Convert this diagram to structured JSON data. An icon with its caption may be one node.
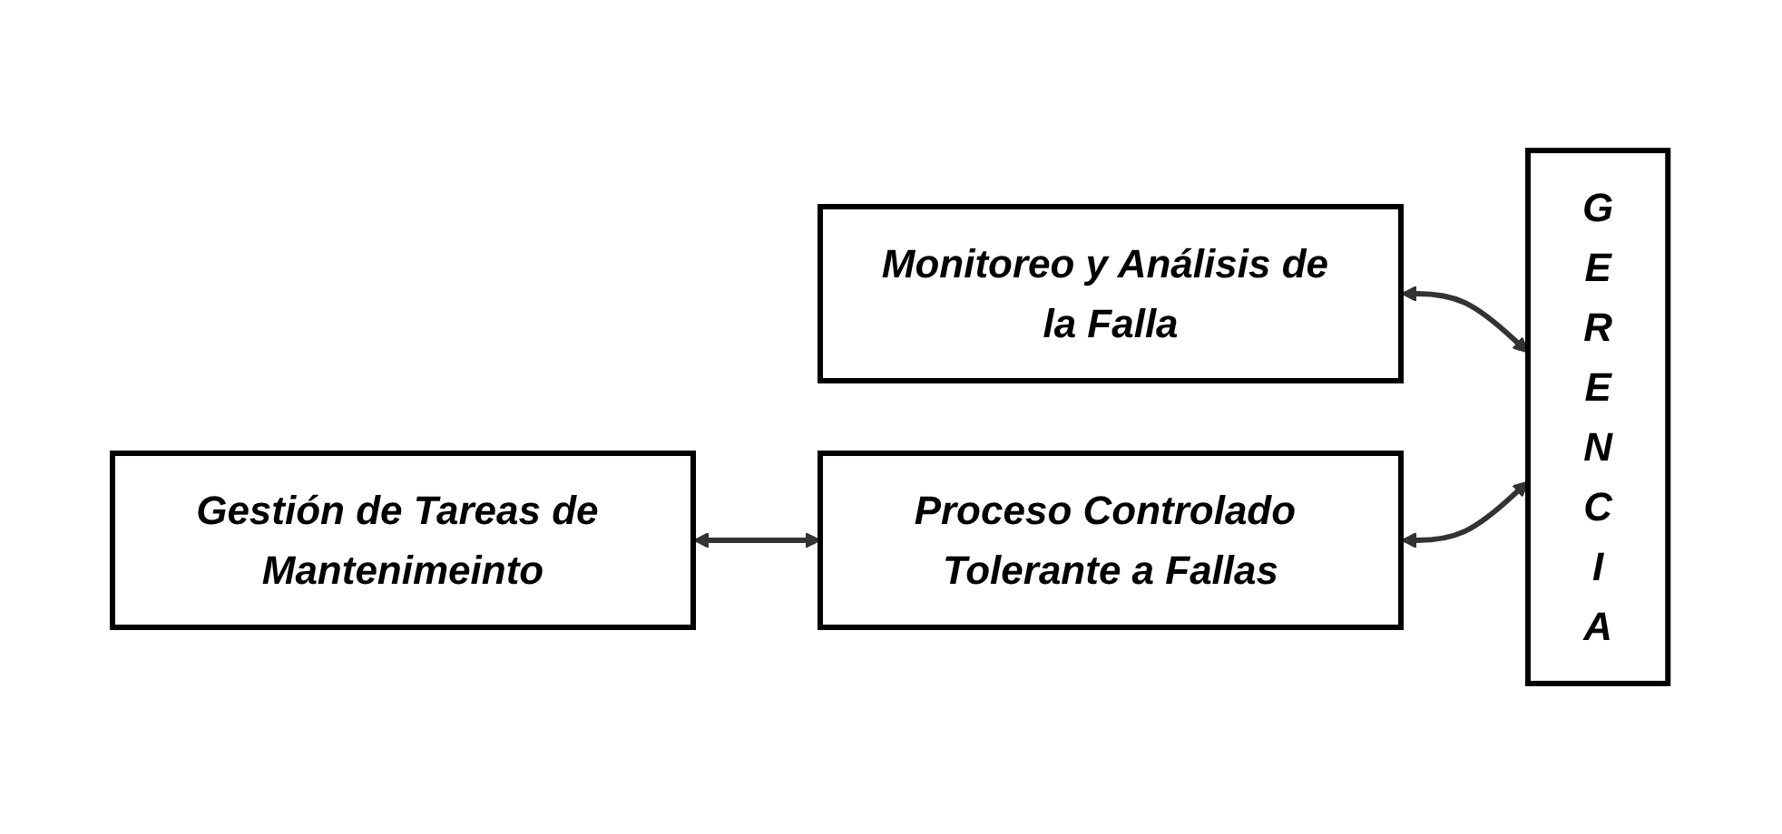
{
  "diagram": {
    "nodes": [
      {
        "text": [
          "Gestión de Tareas de Mantenimeinto"
        ]
      },
      {
        "text": [
          "Monitoreo y Análisis de la Falla"
        ]
      },
      {
        "text": [
          "GERENCIA"
        ]
      },
      {
        "text": [
          "Proceso Controlado Tolerante a Fallas"
        ]
      }
    ],
    "edges": [
      {
        "from": 0,
        "to": 3,
        "arrow": "both"
      },
      {
        "from": 1,
        "to": 2,
        "arrow": "both"
      },
      {
        "from": 3,
        "to": 2,
        "arrow": "both"
      }
    ]
  }
}
